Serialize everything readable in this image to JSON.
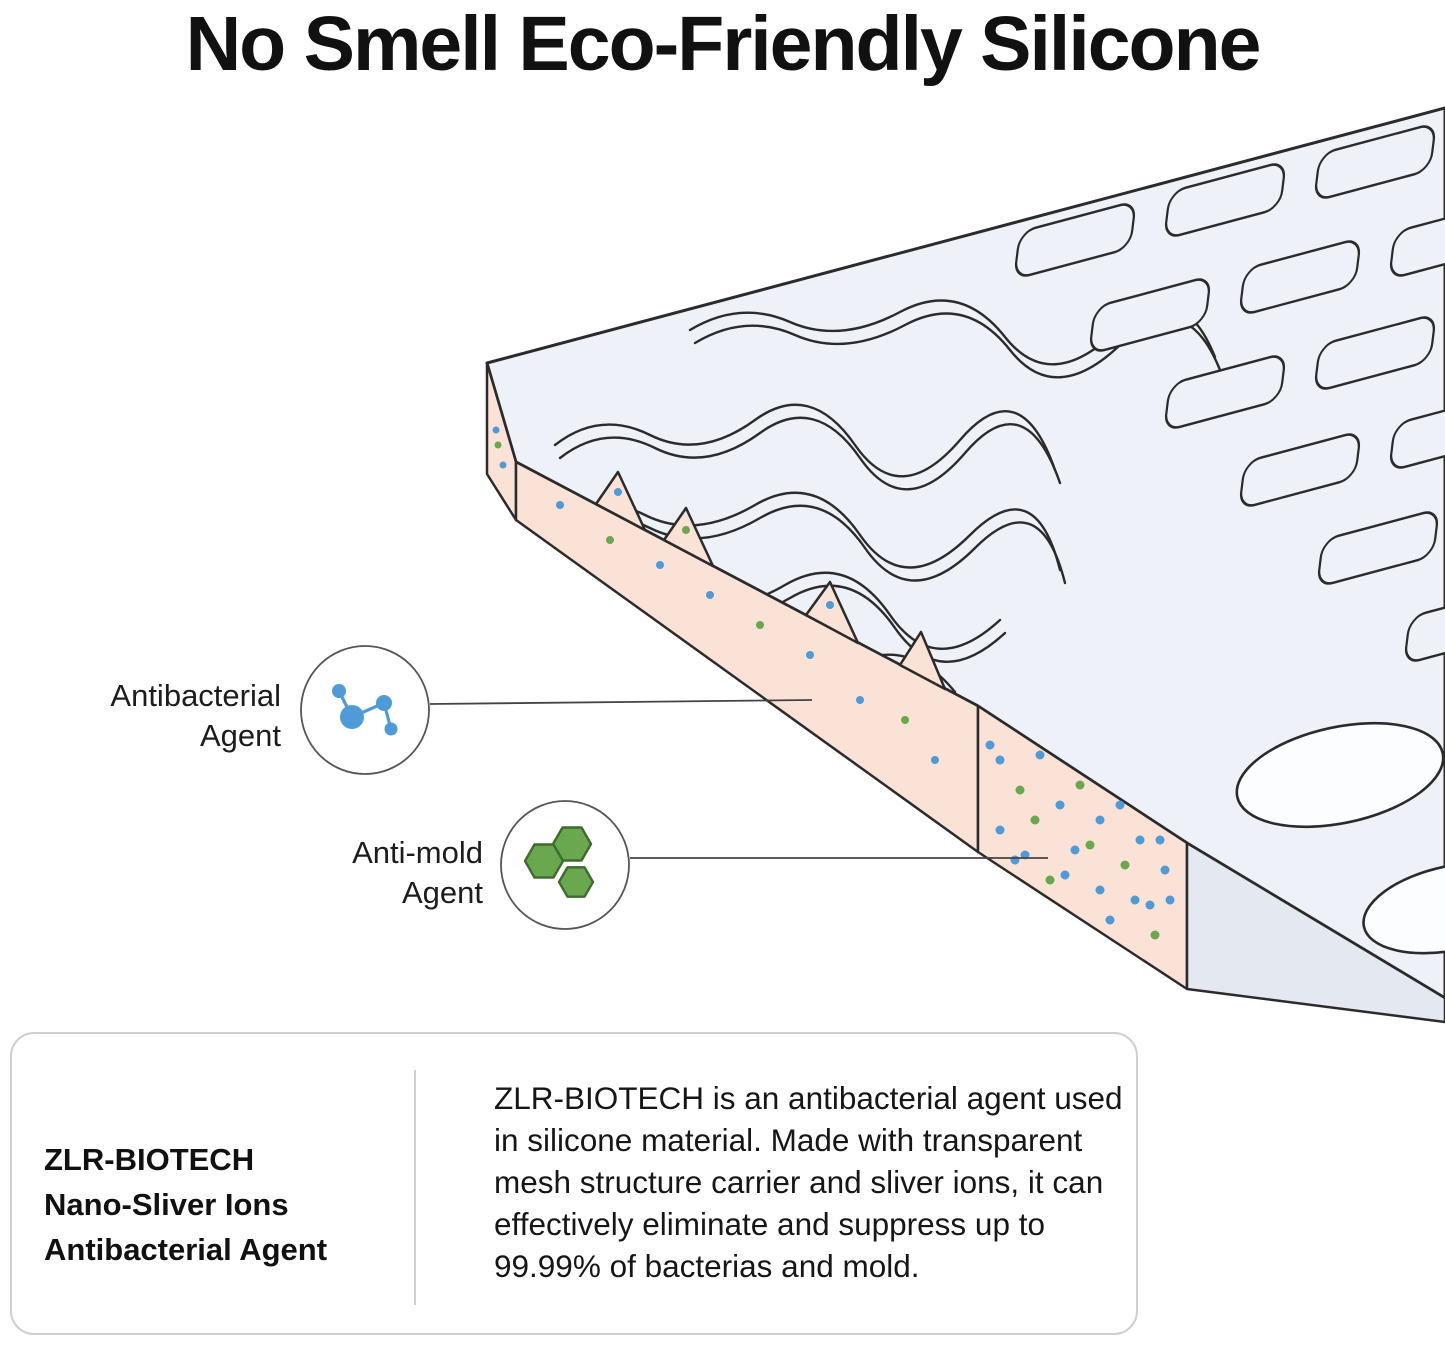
{
  "title": "No Smell Eco-Friendly Silicone",
  "callouts": [
    {
      "id": "antibacterial",
      "label_lines": [
        "Antibacterial",
        "Agent"
      ],
      "icon": "molecule-icon"
    },
    {
      "id": "antimold",
      "label_lines": [
        "Anti-mold",
        "Agent"
      ],
      "icon": "hexagon-cluster-icon"
    }
  ],
  "info_box": {
    "heading_lines": [
      "ZLR-BIOTECH",
      "Nano-Sliver Ions",
      "Antibacterial Agent"
    ],
    "body": "ZLR-BIOTECH is an antibacterial agent used in silicone material. Made with transparent mesh structure carrier and sliver ions, it can effectively eliminate and suppress up to 99.99% of bacterias and mold."
  },
  "colors": {
    "background": "#ffffff",
    "text": "#111111",
    "outline": "#2b2b2b",
    "mat_surface": "#eef1f7",
    "mat_cross_section": "#fbe2d6",
    "antibacterial_dot": "#4f9bd8",
    "antimold_dot": "#6aa84f"
  }
}
